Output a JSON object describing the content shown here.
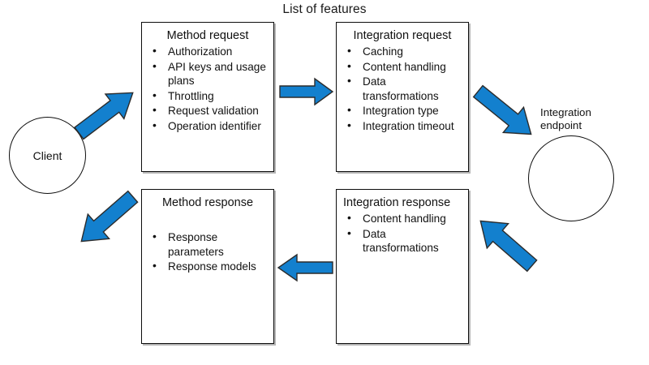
{
  "diagram": {
    "title": "List of features",
    "accent_color": "#1380CE",
    "arrow_outline_color": "#2b2b2b",
    "stroke_color": "#0d0d0d",
    "background": "#ffffff",
    "nodes": {
      "client": {
        "label": "Client",
        "shape": "circle"
      },
      "integration_endpoint": {
        "label": "Integration\nendpoint",
        "label_line1": "Integration",
        "label_line2": "endpoint",
        "shape": "circle"
      }
    },
    "boxes": [
      {
        "id": "method-request",
        "title": "Method request",
        "items": [
          "Authorization",
          "API keys and usage plans",
          "Throttling",
          "Request validation",
          "Operation identifier"
        ]
      },
      {
        "id": "integration-request",
        "title": "Integration request",
        "items": [
          "Caching",
          "Content handling",
          "Data transformations",
          "Integration type",
          "Integration timeout"
        ]
      },
      {
        "id": "method-response",
        "title": "Method response",
        "items": [
          "Response parameters",
          "Response models"
        ]
      },
      {
        "id": "integration-response",
        "title": "Integration response",
        "items": [
          "Content handling",
          "Data transformations"
        ]
      }
    ],
    "arrows": [
      {
        "id": "client-to-method-request",
        "direction": "up-right"
      },
      {
        "id": "method-request-to-integration-request",
        "direction": "right"
      },
      {
        "id": "integration-request-to-endpoint",
        "direction": "down-right"
      },
      {
        "id": "endpoint-to-integration-response",
        "direction": "down-left"
      },
      {
        "id": "integration-response-to-method-response",
        "direction": "left"
      },
      {
        "id": "method-response-to-client",
        "direction": "up-left"
      }
    ]
  }
}
